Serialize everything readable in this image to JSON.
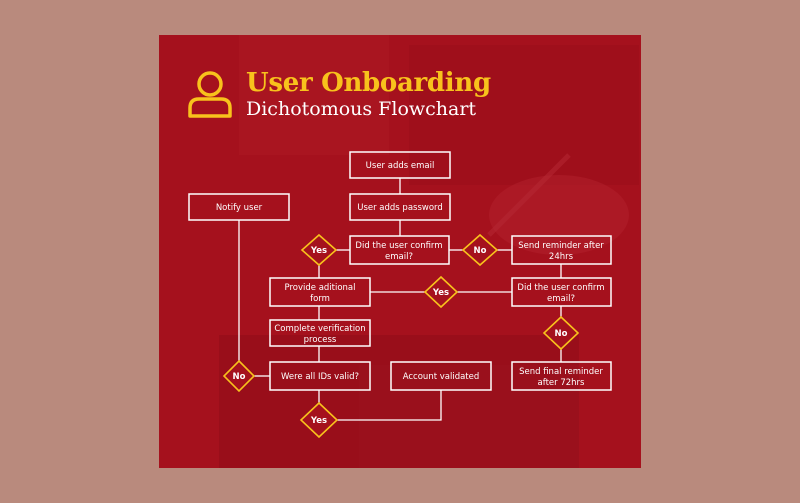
{
  "header": {
    "title": "User Onboarding",
    "subtitle": "Dichotomous Flowchart"
  },
  "colors": {
    "page_bg": "#b98a7d",
    "card_bg": "#a5111d",
    "accent": "#f8c21c",
    "line": "#ffffff"
  },
  "icons": {
    "title_icon": "user-icon"
  },
  "flow": {
    "boxes": [
      {
        "id": "user-adds-email",
        "lines": [
          "User adds email"
        ]
      },
      {
        "id": "user-adds-password",
        "lines": [
          "User adds password"
        ]
      },
      {
        "id": "notify-user",
        "lines": [
          "Notify user"
        ]
      },
      {
        "id": "did-user-confirm-email-1",
        "lines": [
          "Did the user confirm",
          "email?"
        ]
      },
      {
        "id": "send-reminder-24hrs",
        "lines": [
          "Send reminder after",
          "24hrs"
        ]
      },
      {
        "id": "provide-additional-form",
        "lines": [
          "Provide aditional",
          "form"
        ]
      },
      {
        "id": "did-user-confirm-email-2",
        "lines": [
          "Did the user confirm",
          "email?"
        ]
      },
      {
        "id": "complete-verification-process",
        "lines": [
          "Complete verification",
          "process"
        ]
      },
      {
        "id": "were-all-ids-valid",
        "lines": [
          "Were all IDs valid?"
        ]
      },
      {
        "id": "account-validated",
        "lines": [
          "Account validated"
        ]
      },
      {
        "id": "send-final-reminder-72hrs",
        "lines": [
          "Send final reminder",
          "after 72hrs"
        ]
      }
    ],
    "decisions": [
      {
        "id": "yes-confirmed",
        "label": "Yes"
      },
      {
        "id": "no-not-confirmed",
        "label": "No"
      },
      {
        "id": "yes-confirmed-later",
        "label": "Yes"
      },
      {
        "id": "no-still-not-confirmed",
        "label": "No"
      },
      {
        "id": "no-ids-invalid",
        "label": "No"
      },
      {
        "id": "yes-ids-valid",
        "label": "Yes"
      }
    ]
  }
}
